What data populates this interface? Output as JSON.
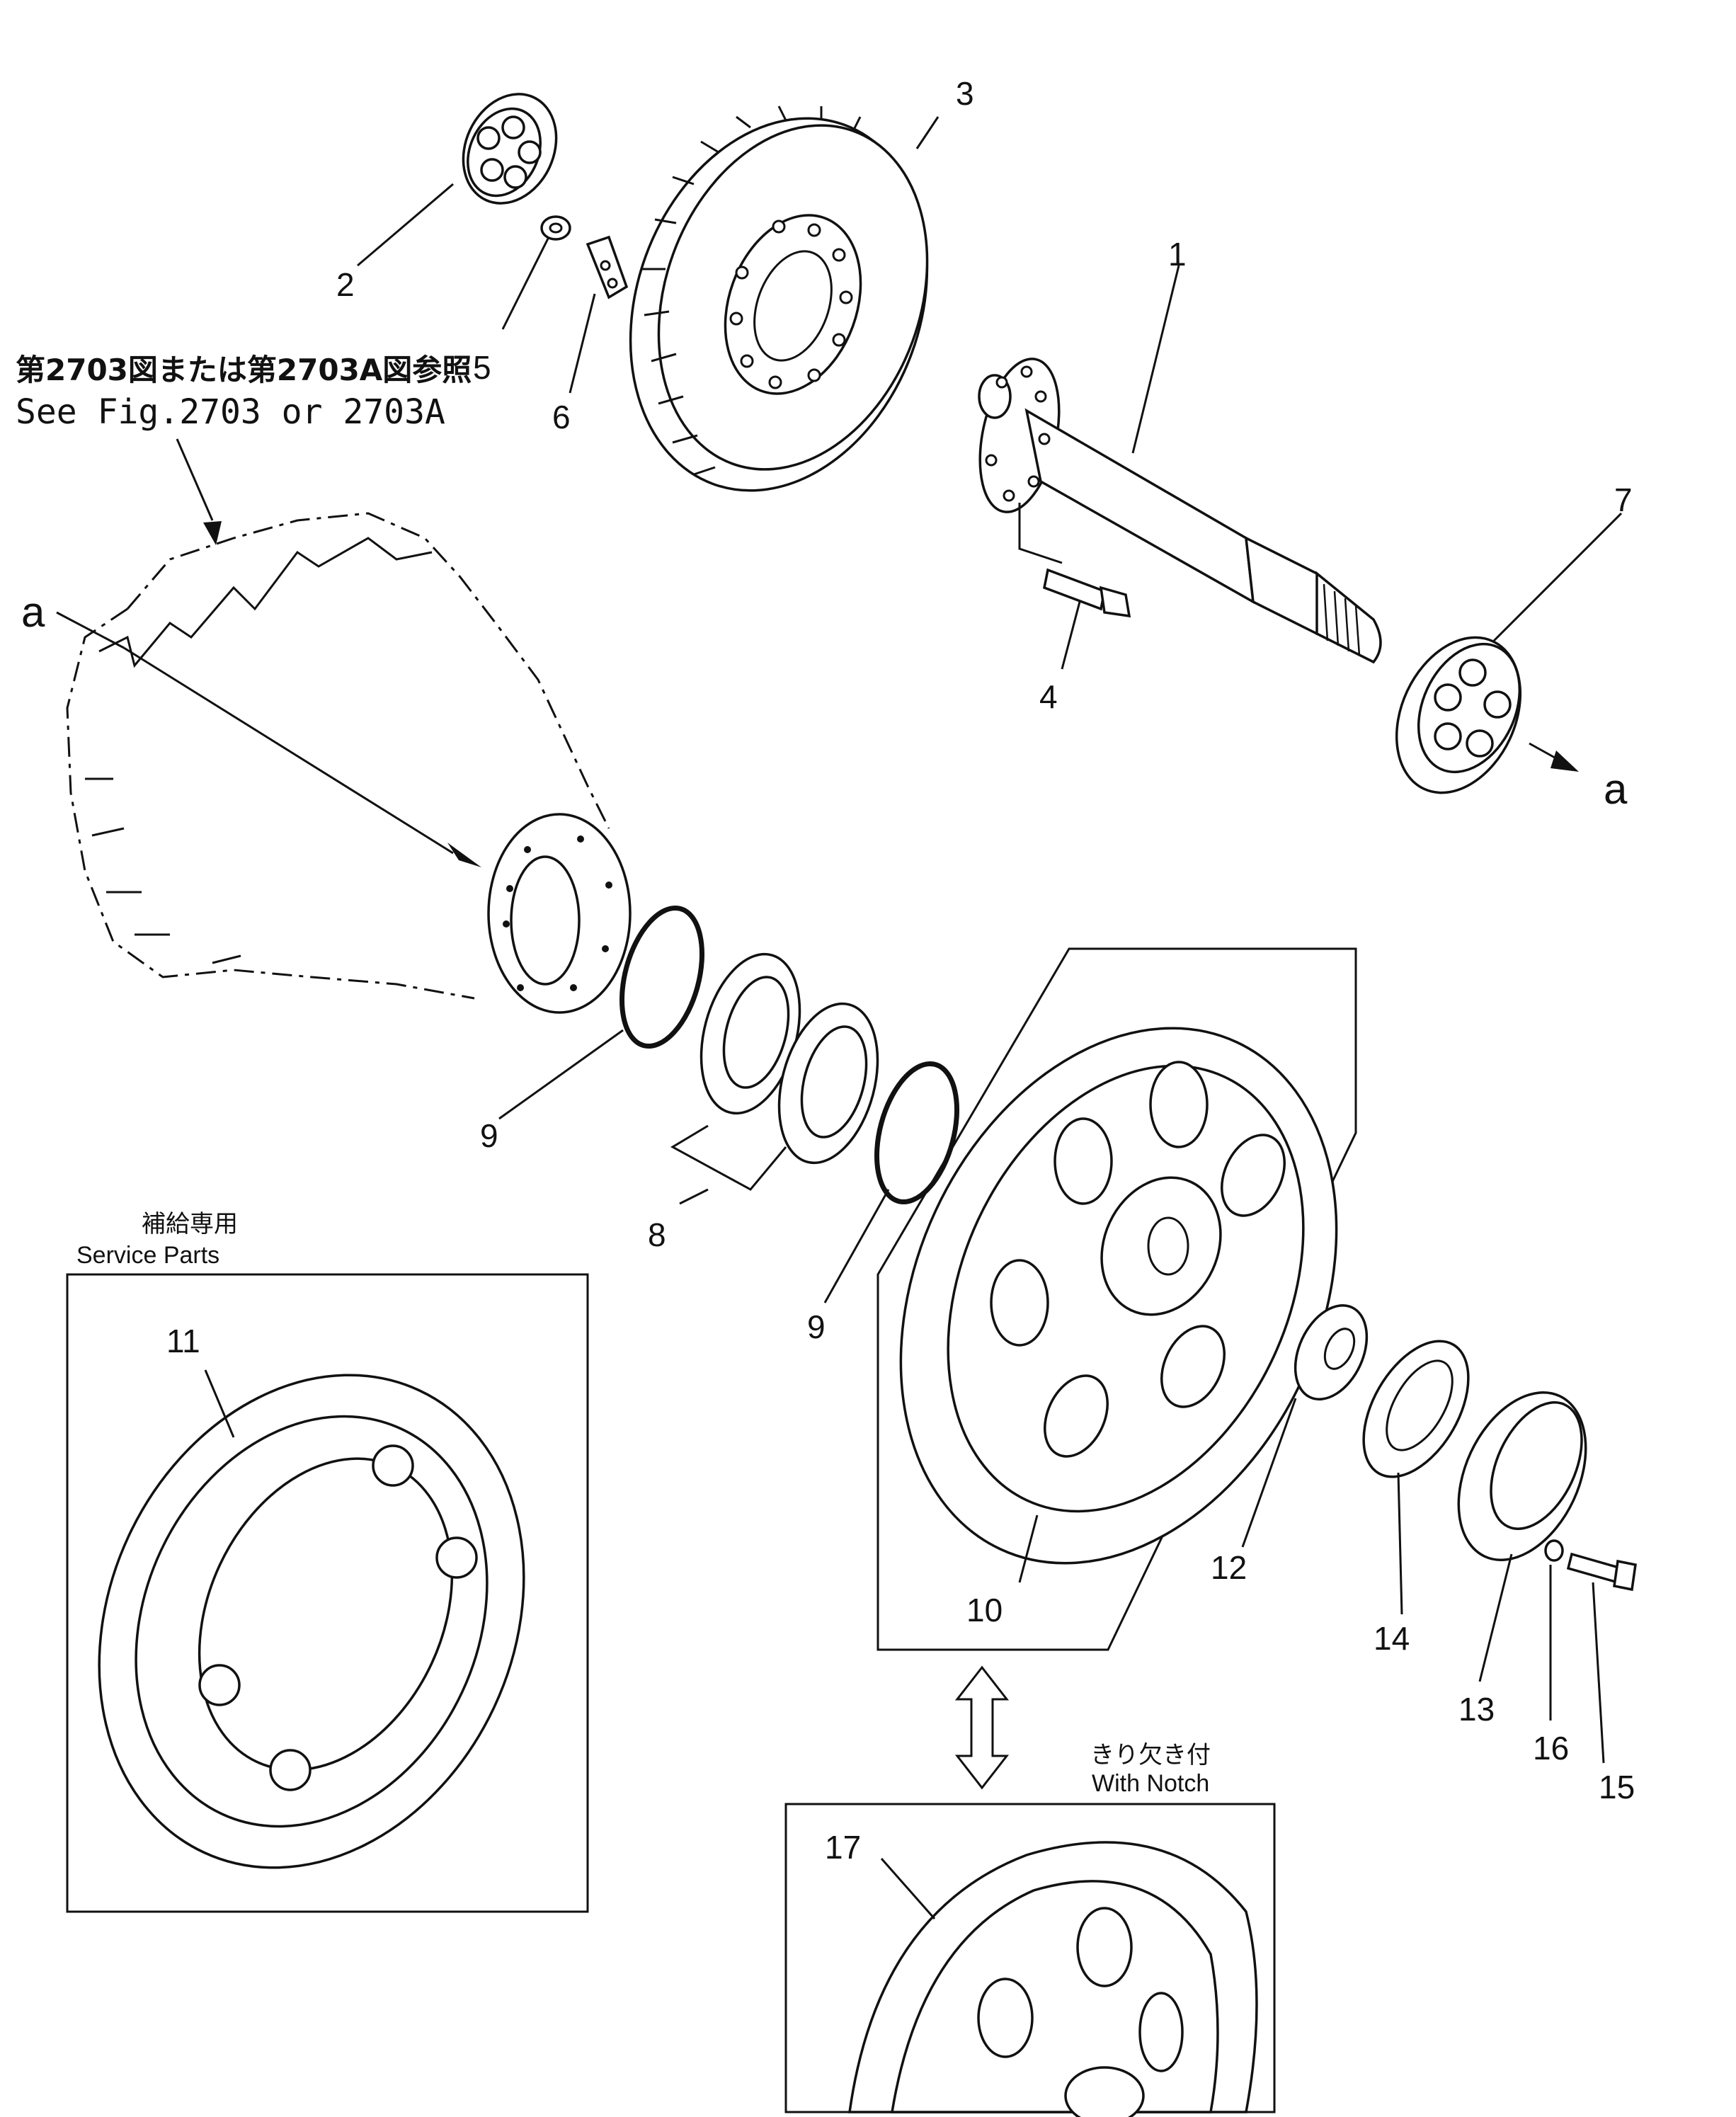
{
  "figure": {
    "reference_note": {
      "japanese": "第2703図または第2703A図参照",
      "english": "See Fig.2703 or 2703A"
    },
    "direction_labels": [
      "a",
      "a"
    ],
    "service_parts": {
      "japanese": "補給専用",
      "english": "Service Parts"
    },
    "with_notch": {
      "japanese": "きり欠き付",
      "english": "With Notch"
    },
    "part_numbers": [
      "1",
      "2",
      "3",
      "4",
      "5",
      "6",
      "7",
      "8",
      "9",
      "9",
      "10",
      "11",
      "12",
      "13",
      "14",
      "15",
      "16",
      "17"
    ]
  }
}
